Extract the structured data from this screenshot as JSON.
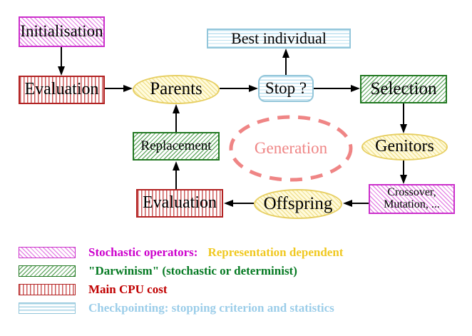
{
  "nodes": {
    "initialisation": "Initialisation",
    "evaluation_top": "Evaluation",
    "parents": "Parents",
    "best_individual": "Best individual",
    "stop": "Stop ?",
    "selection": "Selection",
    "genitors": "Genitors",
    "crossover_line1": "Crossover,",
    "crossover_line2": "Mutation, ...",
    "offspring": "Offspring",
    "evaluation_bottom": "Evaluation",
    "replacement": "Replacement",
    "generation": "Generation"
  },
  "legend": {
    "items": [
      {
        "swatch": "magenta-diagonal-hatch",
        "label": "Stochastic operators:",
        "label2": "Representation dependent"
      },
      {
        "swatch": "green-diagonal-hatch",
        "label": "\"Darwinism\" (stochastic or determinist)"
      },
      {
        "swatch": "red-vertical-lines",
        "label": "Main CPU cost"
      },
      {
        "swatch": "cyan-horizontal-lines",
        "label": "Checkpointing: stopping criterion and statistics"
      }
    ]
  },
  "colors": {
    "magenta_border": "#cb2fcb",
    "magenta_hatch": "#e58ae5",
    "red_border": "#b22222",
    "red_lines": "#cd5c5c",
    "green_border": "#217821",
    "green_hatch": "#6aab6a",
    "cyan_border": "#93c6da",
    "cyan_lines": "#bfe2f0",
    "yellow_border": "#e7cf63",
    "yellow_hatch": "#f1e193",
    "yellow_background": "#fffbdd",
    "generation_salmon": "#ef8585",
    "legend_magenta_text": "#cc00cc",
    "legend_yellow_text": "#f0c820",
    "legend_green_text": "#067a23",
    "legend_red_text": "#c00000",
    "legend_cyan_text": "#9bcde9",
    "arrow": "#000000"
  }
}
